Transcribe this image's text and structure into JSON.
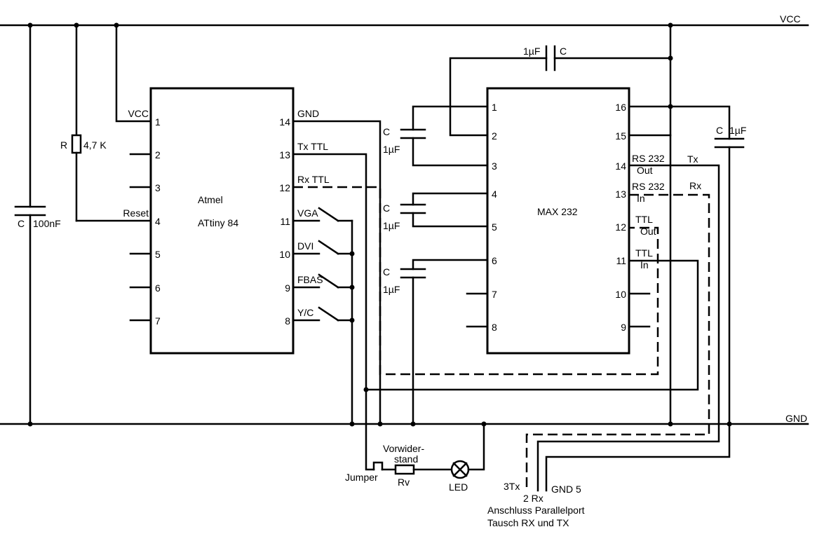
{
  "rails": {
    "vcc": "VCC",
    "gnd": "GND"
  },
  "decoupling": {
    "ref": "C",
    "value": "100nF"
  },
  "reset_resistor": {
    "ref": "R",
    "value": "4,7 K"
  },
  "atmel": {
    "title": "Atmel",
    "part": "ATtiny 84",
    "left_pins": [
      {
        "num": "1",
        "label": "VCC"
      },
      {
        "num": "2",
        "label": ""
      },
      {
        "num": "3",
        "label": ""
      },
      {
        "num": "4",
        "label": "Reset"
      },
      {
        "num": "5",
        "label": ""
      },
      {
        "num": "6",
        "label": ""
      },
      {
        "num": "7",
        "label": ""
      }
    ],
    "right_pins": [
      {
        "num": "14",
        "label": "GND"
      },
      {
        "num": "13",
        "label": "Tx TTL"
      },
      {
        "num": "12",
        "label": "Rx TTL"
      },
      {
        "num": "11",
        "label": "VGA"
      },
      {
        "num": "10",
        "label": "DVI"
      },
      {
        "num": "9",
        "label": "FBAS"
      },
      {
        "num": "8",
        "label": "Y/C"
      }
    ]
  },
  "max232": {
    "title": "MAX 232",
    "left_pins": [
      "1",
      "2",
      "3",
      "4",
      "5",
      "6",
      "7",
      "8"
    ],
    "right_pins": [
      {
        "num": "16",
        "label": "",
        "sub": ""
      },
      {
        "num": "15",
        "label": "",
        "sub": ""
      },
      {
        "num": "14",
        "label": "RS 232",
        "sub": "Out"
      },
      {
        "num": "13",
        "label": "RS 232",
        "sub": "In"
      },
      {
        "num": "12",
        "label": "TTL",
        "sub": "Out"
      },
      {
        "num": "11",
        "label": "TTL",
        "sub": "In"
      },
      {
        "num": "10",
        "label": "",
        "sub": ""
      },
      {
        "num": "9",
        "label": "",
        "sub": ""
      }
    ]
  },
  "caps": {
    "top": {
      "ref": "C",
      "value": "1µF"
    },
    "right": {
      "ref": "C",
      "value": "1µF"
    },
    "c1": {
      "ref": "C",
      "value": "1µF"
    },
    "c2": {
      "ref": "C",
      "value": "1µF"
    },
    "c3": {
      "ref": "C",
      "value": "1µF"
    }
  },
  "signals": {
    "tx": "Tx",
    "rx": "Rx"
  },
  "led_circuit": {
    "resistor_label_1": "Vorwider-",
    "resistor_label_2": "stand",
    "resistor_ref": "Rv",
    "jumper": "Jumper",
    "led": "LED"
  },
  "connector": {
    "pin_tx": "3Tx",
    "pin_rx": "2 Rx",
    "pin_gnd": "GND 5",
    "note_1": "Anschluss Parallelport",
    "note_2": "Tausch RX und TX"
  }
}
